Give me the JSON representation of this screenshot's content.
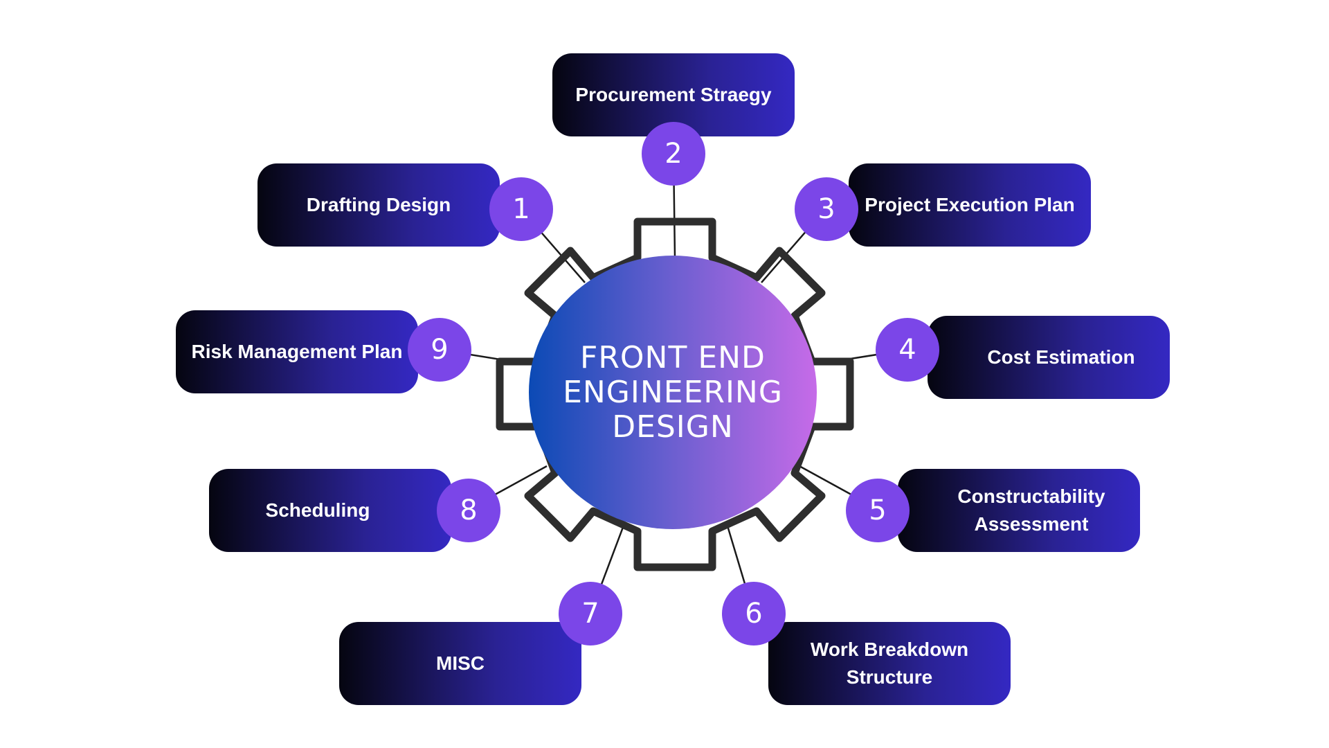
{
  "center": {
    "title": "FRONT END ENGINEERING DESIGN"
  },
  "steps": [
    {
      "number": "1",
      "label": "Drafting Design"
    },
    {
      "number": "2",
      "label": "Procurement Straegy"
    },
    {
      "number": "3",
      "label": "Project Execution Plan"
    },
    {
      "number": "4",
      "label": "Cost Estimation"
    },
    {
      "number": "5",
      "label": "Constructability Assessment"
    },
    {
      "number": "6",
      "label": "Work Breakdown Structure"
    },
    {
      "number": "7",
      "label": "MISC"
    },
    {
      "number": "8",
      "label": "Scheduling"
    },
    {
      "number": "9",
      "label": "Risk Management Plan"
    }
  ],
  "colors": {
    "badge": "#7b46e8",
    "pill_start": "#050510",
    "pill_end": "#3428c2",
    "gear_outline": "#2e2e2e",
    "hub_start": "#0b4ab5",
    "hub_end": "#c66be8"
  }
}
